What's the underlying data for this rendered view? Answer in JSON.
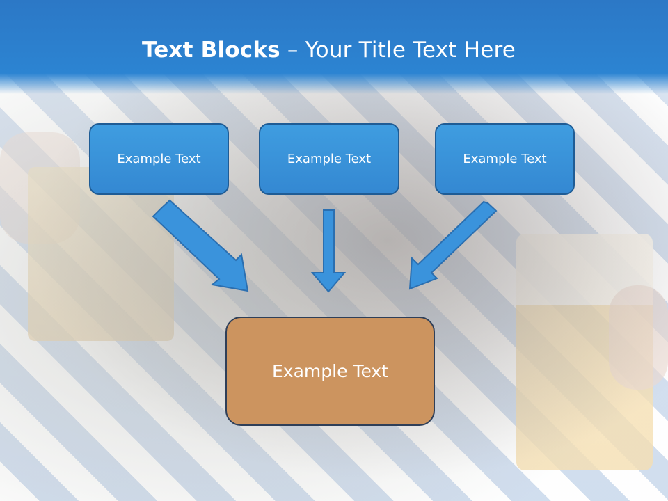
{
  "slide": {
    "title": {
      "bold": "Text Blocks",
      "rest": " – Your Title Text Here"
    },
    "top_boxes": [
      {
        "text": "Example Text"
      },
      {
        "text": "Example Text"
      },
      {
        "text": "Example Text"
      }
    ],
    "main_box": {
      "text": "Example Text"
    },
    "colors": {
      "header_blue": "#2c84d2",
      "box_blue": "#3a93dc",
      "main_box_brown": "#cc945f",
      "arrow_blue": "#3a93dc"
    }
  }
}
